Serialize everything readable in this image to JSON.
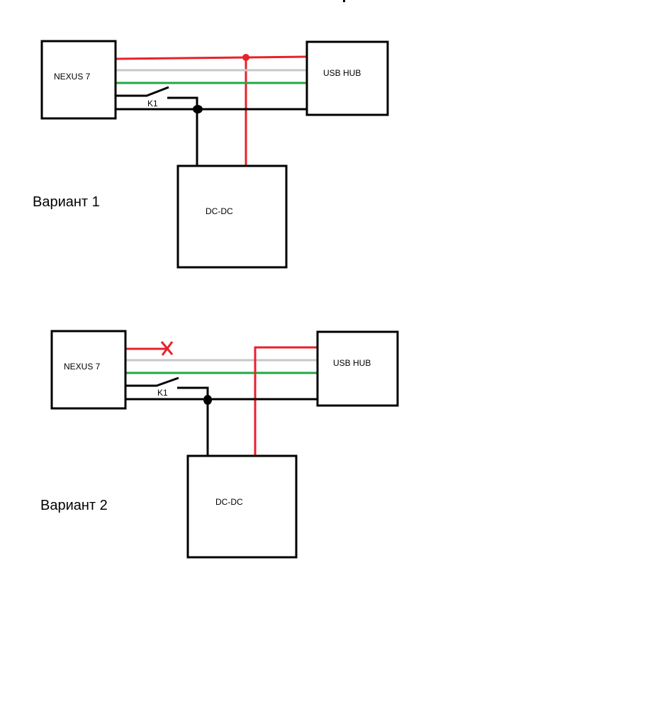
{
  "diagrams": [
    {
      "title": "Вариант 1",
      "device": "NEXUS 7",
      "hub": "USB HUB",
      "converter": "DC-DC",
      "switch": "K1",
      "red_wire_cut": false
    },
    {
      "title": "Вариант 2",
      "device": "NEXUS 7",
      "hub": "USB HUB",
      "converter": "DC-DC",
      "switch": "K1",
      "red_wire_cut": true
    }
  ],
  "colors": {
    "power": "#e8212a",
    "data_plus": "#c8c8c8",
    "data_minus": "#22a745",
    "ground": "#000000"
  }
}
